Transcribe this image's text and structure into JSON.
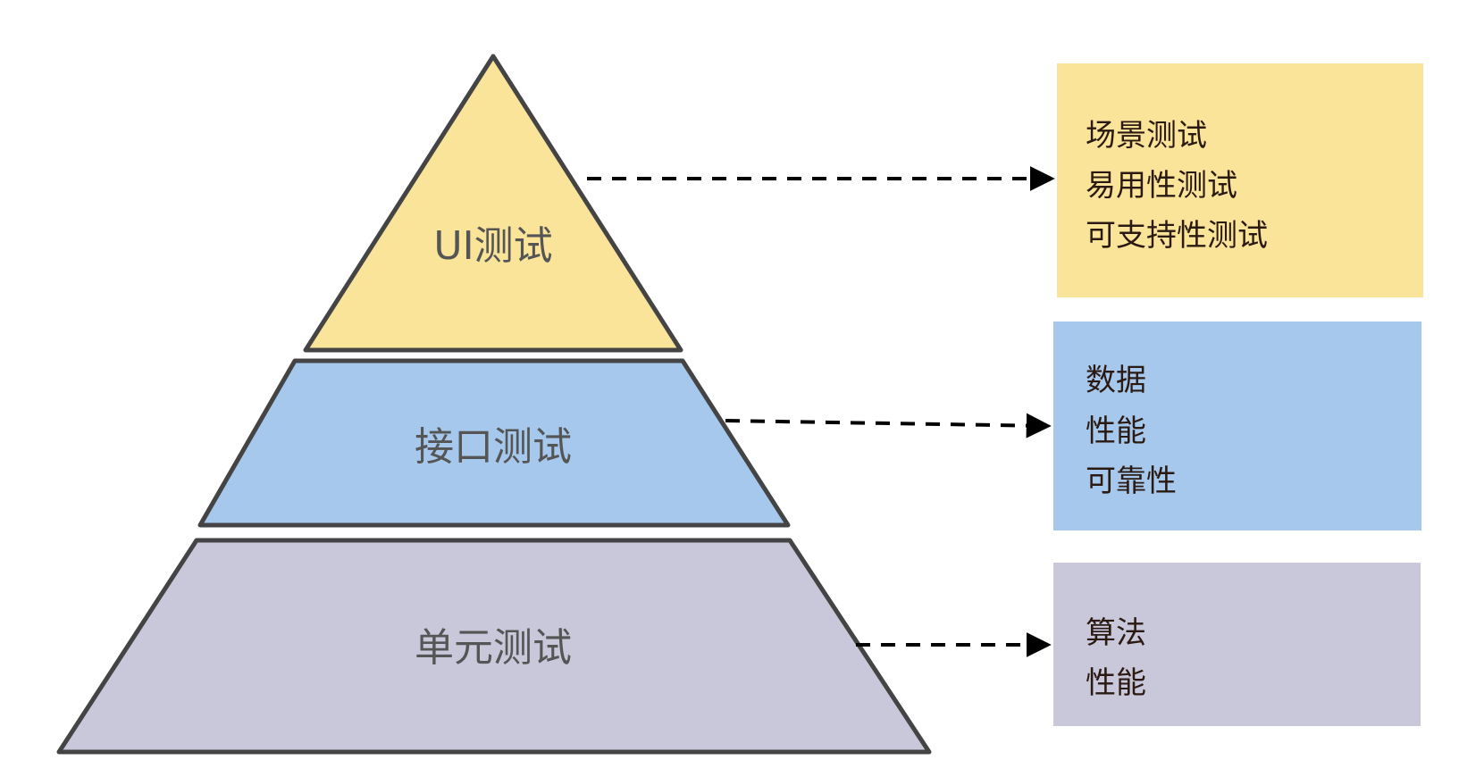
{
  "tiers": {
    "ui": {
      "label": "UI测试",
      "color": "#FAE49A",
      "items": [
        "场景测试",
        "易用性测试",
        "可支持性测试"
      ]
    },
    "api": {
      "label": "接口测试",
      "color": "#A5C8EC",
      "items": [
        "数据",
        "性能",
        "可靠性"
      ]
    },
    "unit": {
      "label": "单元测试",
      "color": "#C8C8DA",
      "items": [
        "算法",
        "性能"
      ]
    }
  },
  "colors": {
    "outline": "#444444",
    "arrow": "#000000",
    "text": "#2b1a12",
    "label": "#555555"
  }
}
